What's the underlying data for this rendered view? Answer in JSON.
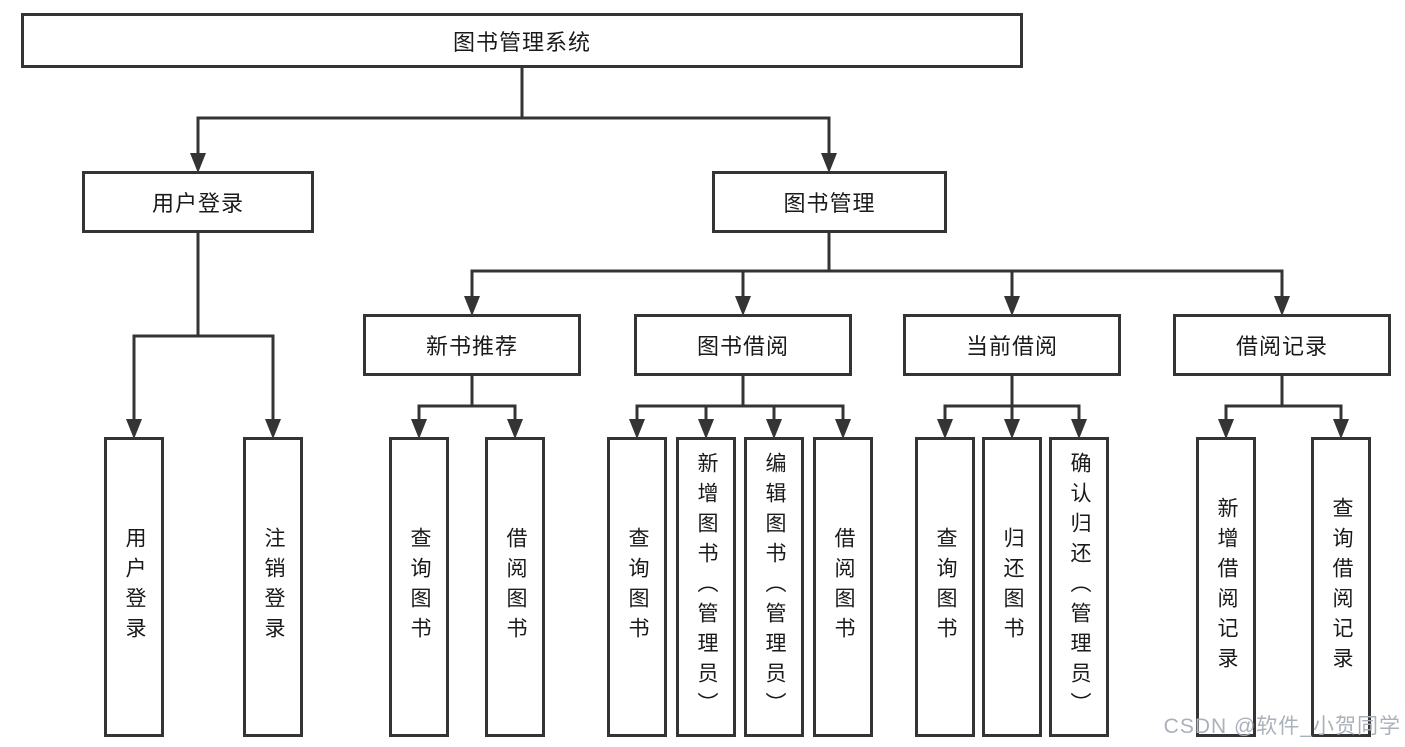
{
  "diagram_title": "图书管理系统",
  "colors": {
    "line": "#343434",
    "box_border": "#343434",
    "text": "#1a1a1a",
    "background": "#ffffff",
    "watermark": "#aab1bb"
  },
  "tree": {
    "root": {
      "label": "图书管理系统"
    },
    "branches": [
      {
        "label": "用户登录",
        "children": [
          {
            "label": "用户登录"
          },
          {
            "label": "注销登录"
          }
        ]
      },
      {
        "label": "图书管理",
        "children": [
          {
            "label": "新书推荐",
            "children": [
              {
                "label": "查询图书"
              },
              {
                "label": "借阅图书"
              }
            ]
          },
          {
            "label": "图书借阅",
            "children": [
              {
                "label": "查询图书"
              },
              {
                "label": "新增图书（管理员）"
              },
              {
                "label": "编辑图书（管理员）"
              },
              {
                "label": "借阅图书"
              }
            ]
          },
          {
            "label": "当前借阅",
            "children": [
              {
                "label": "查询图书"
              },
              {
                "label": "归还图书"
              },
              {
                "label": "确认归还（管理员）"
              }
            ]
          },
          {
            "label": "借阅记录",
            "children": [
              {
                "label": "新增借阅记录"
              },
              {
                "label": "查询借阅记录"
              }
            ]
          }
        ]
      }
    ]
  },
  "watermark": {
    "text": "CSDN @软件_小贺同学"
  }
}
